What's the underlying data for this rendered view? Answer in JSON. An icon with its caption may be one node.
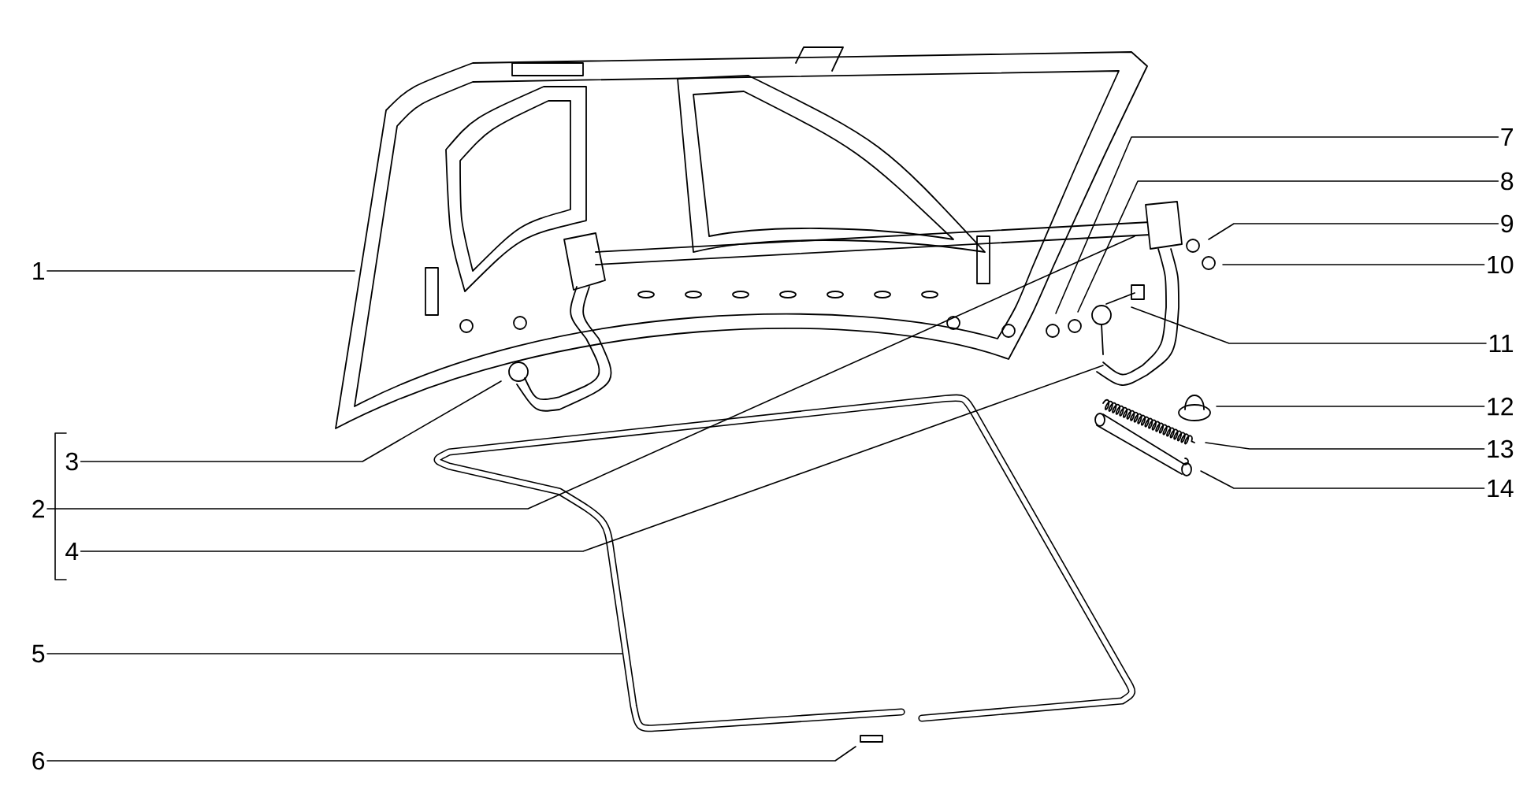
{
  "diagram": {
    "nodes": [
      {
        "text": [
          "1"
        ]
      },
      {
        "text": [
          "2"
        ]
      },
      {
        "text": [
          "3"
        ]
      },
      {
        "text": [
          "4"
        ]
      },
      {
        "text": [
          "5"
        ]
      },
      {
        "text": [
          "6"
        ]
      },
      {
        "text": [
          "7"
        ]
      },
      {
        "text": [
          "8"
        ]
      },
      {
        "text": [
          "9"
        ]
      },
      {
        "text": [
          "10"
        ]
      },
      {
        "text": [
          "11"
        ]
      },
      {
        "text": [
          "12"
        ]
      },
      {
        "text": [
          "13"
        ]
      },
      {
        "text": [
          "14"
        ]
      }
    ],
    "edges": [
      {
        "from": 0,
        "to": null,
        "arrow": "none"
      },
      {
        "from": 1,
        "to": null,
        "arrow": "none"
      },
      {
        "from": 2,
        "to": null,
        "arrow": "none"
      },
      {
        "from": 3,
        "to": null,
        "arrow": "none"
      },
      {
        "from": 4,
        "to": null,
        "arrow": "none"
      },
      {
        "from": 5,
        "to": null,
        "arrow": "none"
      },
      {
        "from": 6,
        "to": null,
        "arrow": "none"
      },
      {
        "from": 7,
        "to": null,
        "arrow": "none"
      },
      {
        "from": 8,
        "to": null,
        "arrow": "none"
      },
      {
        "from": 9,
        "to": null,
        "arrow": "none"
      },
      {
        "from": 10,
        "to": null,
        "arrow": "none"
      },
      {
        "from": 11,
        "to": null,
        "arrow": "none"
      },
      {
        "from": 12,
        "to": null,
        "arrow": "none"
      },
      {
        "from": 13,
        "to": null,
        "arrow": "none"
      }
    ]
  }
}
